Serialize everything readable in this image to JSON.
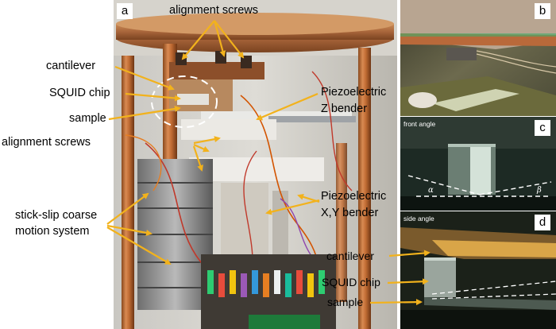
{
  "panels": {
    "a": {
      "letter": "a",
      "labels": {
        "alignment_top": "alignment screws",
        "cantilever": "cantilever",
        "squid_chip": "SQUID chip",
        "sample": "sample",
        "alignment_mid": "alignment screws",
        "stick_slip_1": "stick-slip coarse",
        "stick_slip_2": "motion system",
        "piezo_z_1": "Piezoelectric",
        "piezo_z_2": "Z bender",
        "piezo_xy_1": "Piezoelectric",
        "piezo_xy_2": "X,Y bender"
      }
    },
    "b": {
      "letter": "b"
    },
    "c": {
      "letter": "c",
      "caption": "front angle",
      "alpha": "α",
      "beta": "β"
    },
    "d": {
      "letter": "d",
      "caption": "side angle",
      "labels": {
        "cantilever": "cantilever",
        "squid_chip": "SQUID chip",
        "sample": "sample"
      }
    }
  },
  "colors": {
    "arrow": "#f2b21c",
    "ellipse": "#ffffff",
    "dash": "#ffffff"
  }
}
